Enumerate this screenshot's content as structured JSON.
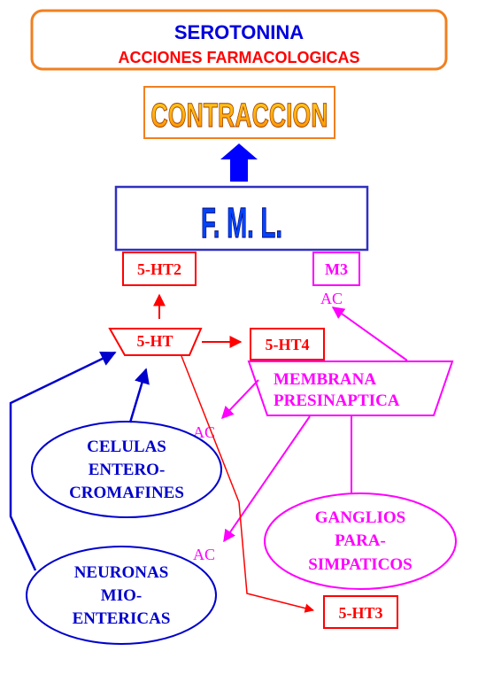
{
  "header": {
    "title": "SEROTONINA",
    "subtitle": "ACCIONES FARMACOLOGICAS"
  },
  "nodes": {
    "contraccion": "CONTRACCION",
    "fml": "F. M. L.",
    "ht2": "5-HT2",
    "m3": "M3",
    "ac_top": "AC",
    "ht": "5-HT",
    "ht4": "5-HT4",
    "membrana_line1": "MEMBRANA",
    "membrana_line2": "PRESINAPTICA",
    "ac_mid": "AC",
    "celulas_line1": "CELULAS",
    "celulas_line2": "ENTERO-",
    "celulas_line3": "CROMAFINES",
    "ganglios_line1": "GANGLIOS",
    "ganglios_line2": "PARA-",
    "ganglios_line3": "SIMPATICOS",
    "ac_low": "AC",
    "neuronas_line1": "NEURONAS",
    "neuronas_line2": "MIO-",
    "neuronas_line3": "ENTERICAS",
    "ht3": "5-HT3"
  },
  "colors": {
    "red": "#ff0000",
    "blue": "#0000cc",
    "magenta": "#ff00ff",
    "orange": "#f08020",
    "arrow_blue": "#0000ff"
  }
}
